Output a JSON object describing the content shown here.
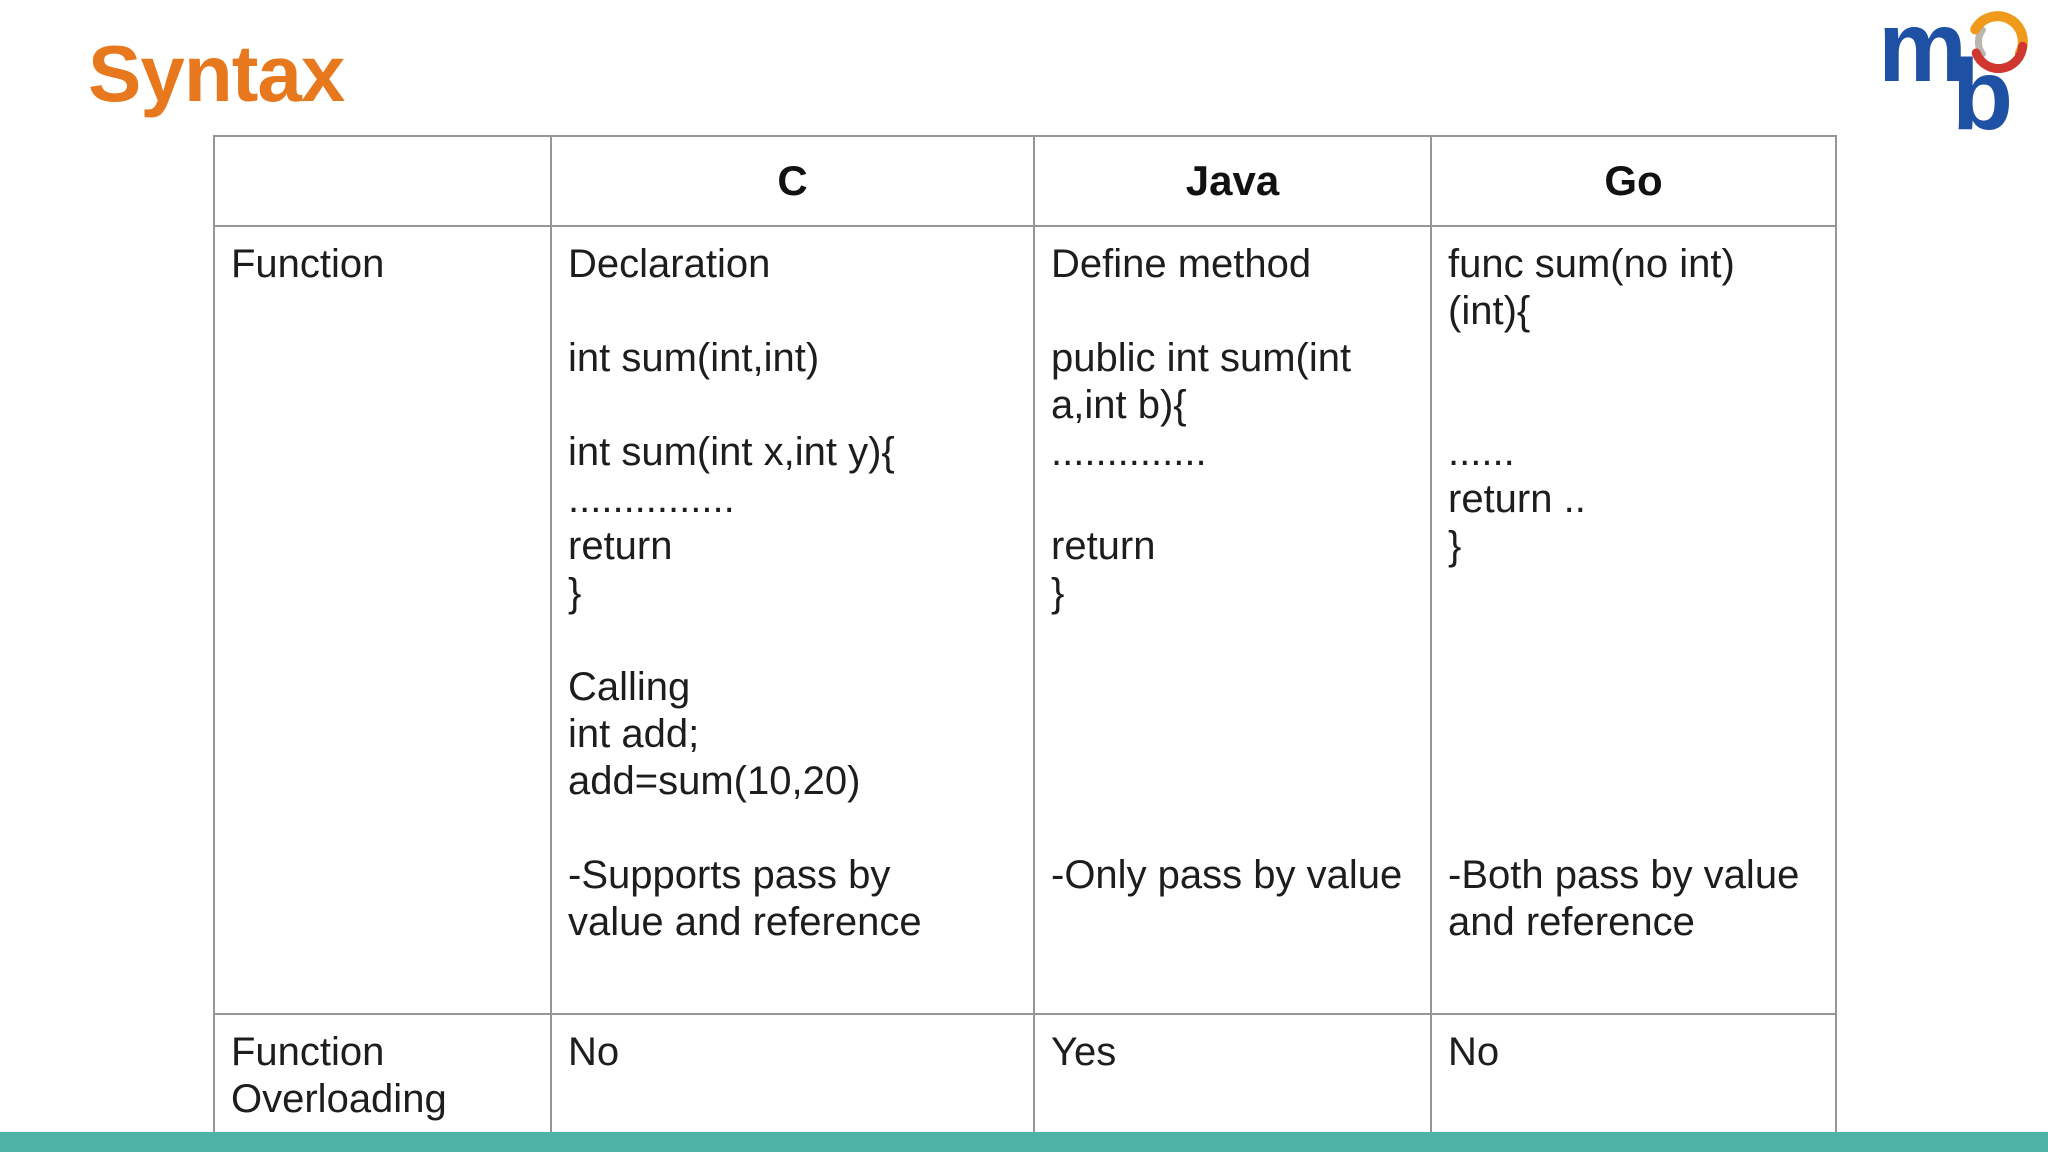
{
  "slide": {
    "title": "Syntax",
    "title_color": "#e8781d",
    "accent_bar_color": "#4fb2a7"
  },
  "logo": {
    "letter_top": "m",
    "letter_bottom": "b",
    "blue": "#1e51a4",
    "swirl_orange": "#f09a1c",
    "swirl_red": "#cf3730",
    "swirl_gray": "#b9b5b0"
  },
  "table": {
    "headers": [
      "",
      "C",
      "Java",
      "Go"
    ],
    "rows": [
      {
        "label": "Function",
        "c": "Declaration\n\nint sum(int,int)\n\nint sum(int x,int y){\n...............\nreturn\n}\n\nCalling\nint add;\nadd=sum(10,20)\n\n-Supports pass by\nvalue and reference",
        "java": "Define method\n\npublic int sum(int\na,int b){\n..............\n\nreturn\n}\n\n\n\n\n\n-Only pass by value",
        "go": "func sum(no int)\n(int){\n\n\n......\nreturn ..\n}\n\n\n\n\n\n\n-Both pass by value\nand reference"
      },
      {
        "label": "Function Overloading",
        "c": "No",
        "java": "Yes",
        "go": "No"
      }
    ]
  }
}
